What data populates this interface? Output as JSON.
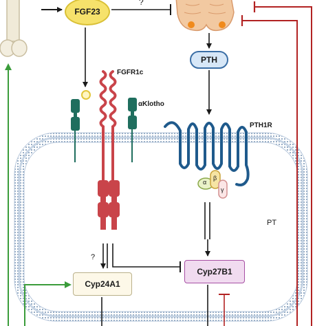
{
  "labels": {
    "fgf23": "FGF23",
    "pth": "PTH",
    "fgfr1c": "FGFR1c",
    "klotho": "αKlotho",
    "pth1r": "PTH1R",
    "alpha": "α",
    "beta": "β",
    "gamma": "γ",
    "pt": "PT",
    "cyp27b1": "Cyp27B1",
    "cyp24a1": "Cyp24A1",
    "question_top": "?",
    "question_left": "?"
  },
  "colors": {
    "fgf23_fill": "#f6e26b",
    "pth_border": "#3b6ea5",
    "cyp27b1_border": "#a64ea3",
    "fgfr_receptor": "#c9444a",
    "klotho": "#1f6e5e",
    "pth1r": "#1f5a8c",
    "membrane": "#9fb4cc",
    "inhibition_red": "#b22222",
    "activation_green": "#3a9c3a",
    "thyroid": "#f2c9a1"
  },
  "icons": [
    "bone-icon",
    "parathyroid-gland-icon"
  ]
}
